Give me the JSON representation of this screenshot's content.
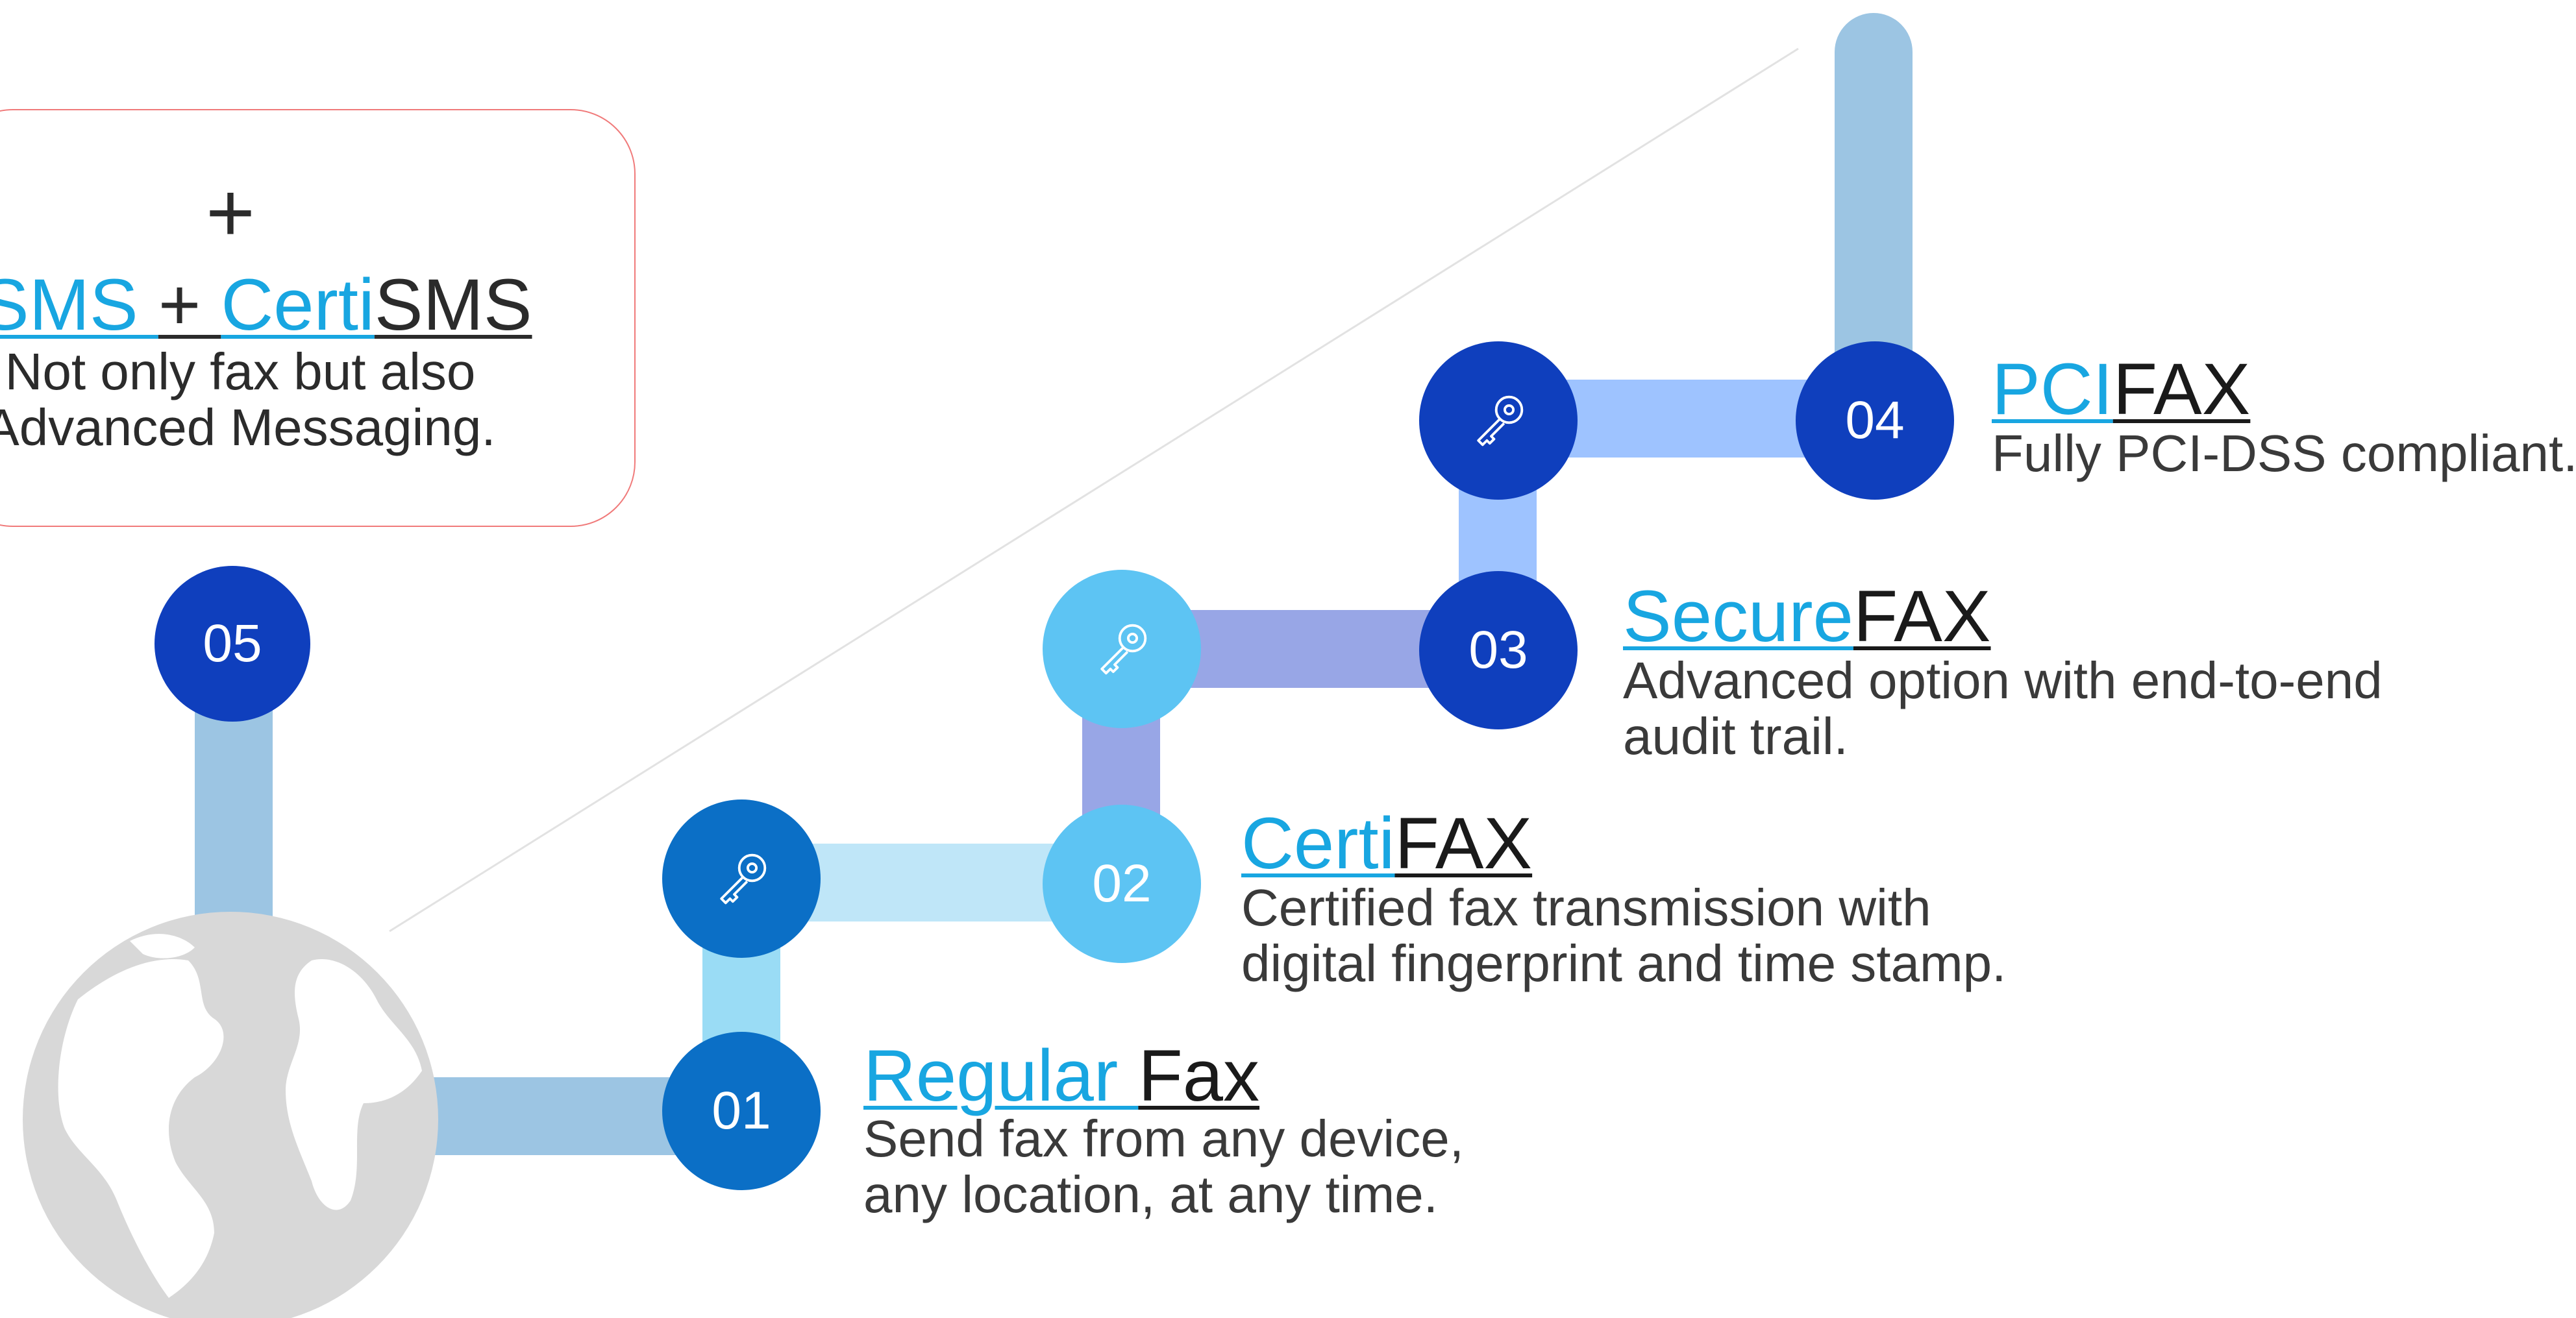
{
  "colors": {
    "path_light": "#9cc5e3",
    "path_sky": "#bfe6f8",
    "path_cyan": "#9adcf5",
    "path_lavender": "#98a6e6",
    "path_periwinkle": "#9ec3ff",
    "dark_blue": "#0f3fbd",
    "mid_blue": "#0b6fc6",
    "light_blue": "#5dc4f3",
    "accent_text": "#18a6e1",
    "globe": "#d8d8d8",
    "box_border": "#f07a7a"
  },
  "box": {
    "plus": "+",
    "title_part1": "SMS ",
    "title_sep": "+ ",
    "title_part2": "Certi",
    "title_part3": "SMS",
    "desc_line1": "Not only fax but also",
    "desc_line2": "Advanced Messaging."
  },
  "steps": [
    {
      "number": "01",
      "title_a": "Regular ",
      "title_b": "Fax",
      "desc_line1": "Send fax from any device,",
      "desc_line2": "any location, at any time."
    },
    {
      "number": "02",
      "title_a": "Certi",
      "title_b": "FAX",
      "desc_line1": "Certified fax transmission with",
      "desc_line2": "digital fingerprint and time stamp."
    },
    {
      "number": "03",
      "title_a": "Secure",
      "title_b": "FAX",
      "desc_line1": "Advanced option with end-to-end",
      "desc_line2": "audit trail."
    },
    {
      "number": "04",
      "title_a": "PCI",
      "title_b": "FAX",
      "desc_line1": "Fully PCI-DSS compliant.",
      "desc_line2": ""
    },
    {
      "number": "05"
    }
  ],
  "icons": {
    "key_1": "key-icon",
    "key_2": "key-icon",
    "key_3": "key-icon",
    "globe": "globe-icon"
  }
}
